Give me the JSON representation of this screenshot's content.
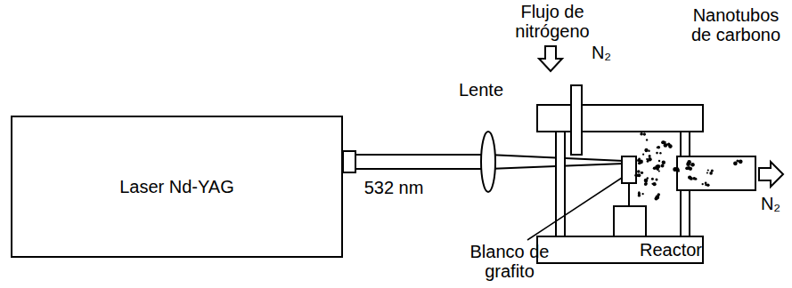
{
  "diagram": {
    "nodes": [
      {
        "text": [
          "Laser Nd-YAG"
        ]
      }
    ],
    "labels": [
      "532 nm",
      "Lente",
      "Flujo de nitrógeno",
      "N₂",
      "Nanotubos de carbono",
      "N₂",
      "Blanco de grafito",
      "Reactor"
    ]
  }
}
